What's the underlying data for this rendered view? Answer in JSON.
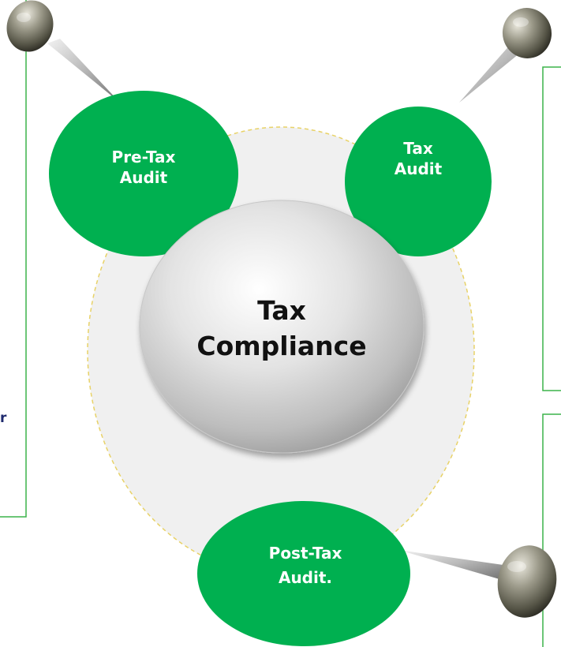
{
  "diagram": {
    "center": {
      "lines": [
        "Tax",
        "Compliance"
      ]
    },
    "nodes": [
      {
        "id": "pre-tax-audit",
        "lines": [
          "Pre-Tax",
          "Audit"
        ]
      },
      {
        "id": "tax-audit",
        "lines": [
          "Tax",
          "Audit"
        ]
      },
      {
        "id": "post-tax-audit",
        "lines": [
          "Post-Tax",
          "Audit."
        ]
      }
    ],
    "fragments": {
      "left_cut_text": "r"
    },
    "colors": {
      "node_fill": "#00b050",
      "node_text": "#ffffff",
      "panel_border": "#3cb34a",
      "dashed_ring": "#e8d267",
      "ring_fill": "#f0f0f0",
      "center_text": "#111111",
      "fragment_text": "#1f2a6e"
    },
    "icons": [
      "pushpin-icon"
    ]
  }
}
